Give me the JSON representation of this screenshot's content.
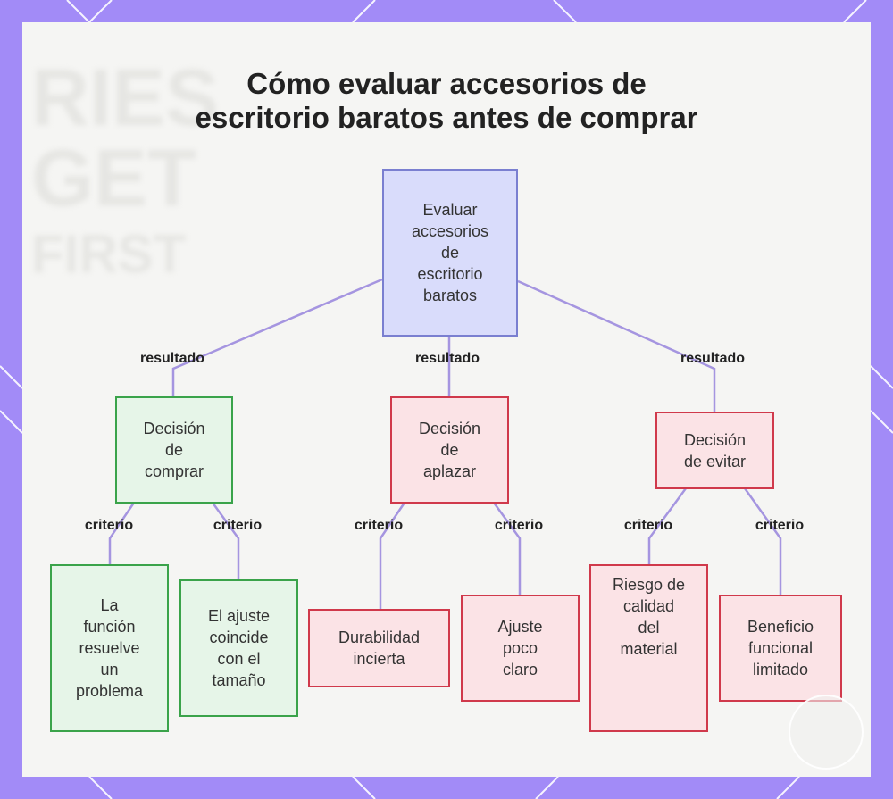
{
  "title_lines": [
    "Cómo evaluar accesorios de",
    "escritorio baratos antes de comprar"
  ],
  "background_words": [
    "RIES",
    "GET",
    "FIRST"
  ],
  "colors": {
    "frame": "#a28bf7",
    "root_fill": "#d9dcfb",
    "root_border": "#7a7fd0",
    "green_fill": "#e6f5e8",
    "green_border": "#3aa34a",
    "red_fill": "#fbe3e6",
    "red_border": "#d0394b",
    "edge": "#a595e0"
  },
  "nodes": {
    "root": [
      "Evaluar",
      "accesorios",
      "de",
      "escritorio",
      "baratos"
    ],
    "buy": [
      "Decisión",
      "de",
      "comprar"
    ],
    "postpone": [
      "Decisión",
      "de",
      "aplazar"
    ],
    "avoid": [
      "Decisión",
      "de evitar"
    ],
    "buy_1": [
      "La",
      "función",
      "resuelve",
      "un",
      "problema"
    ],
    "buy_2": [
      "El ajuste",
      "coincide",
      "con el",
      "tamaño"
    ],
    "postpone_1": [
      "Durabilidad",
      "incierta"
    ],
    "postpone_2": [
      "Ajuste",
      "poco",
      "claro"
    ],
    "avoid_1": [
      "Riesgo de",
      "calidad",
      "del",
      "material"
    ],
    "avoid_2": [
      "Beneficio",
      "funcional",
      "limitado"
    ]
  },
  "edge_labels": {
    "result": "resultado",
    "criterion": "criterio"
  }
}
